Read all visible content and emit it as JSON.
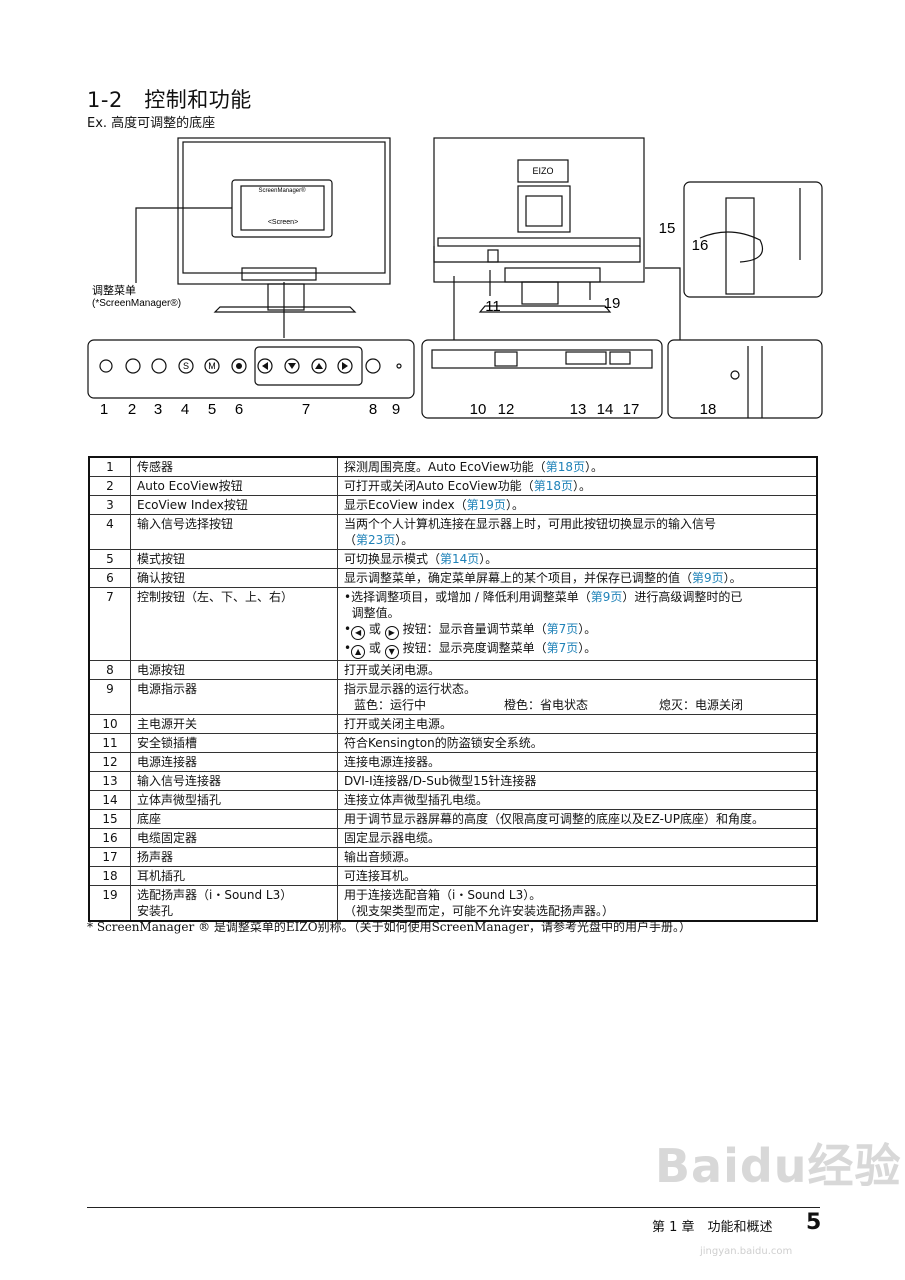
{
  "heading": {
    "title": "1-2　控制和功能",
    "subtitle": "Ex. 高度可调整的底座"
  },
  "diagram": {
    "menu_label_line1": "调整菜单",
    "menu_label_line2": "(*ScreenManager®)",
    "screen_manager_title": "ScreenManager®",
    "screen_caption": "<Screen>",
    "brand": "EIZO",
    "front_numbers": [
      "1",
      "2",
      "3",
      "4",
      "5",
      "6",
      "7",
      "8",
      "9"
    ],
    "back_numbers": {
      "n15": "15",
      "n16": "16",
      "n11": "11",
      "n19": "19",
      "n10": "10",
      "n12": "12",
      "n13": "13",
      "n14": "14",
      "n17": "17",
      "n18": "18"
    }
  },
  "table": {
    "rows": [
      {
        "num": "1",
        "name": "传感器",
        "desc": "探测周围亮度。Auto EcoView功能（",
        "link": "第18页",
        "after": "）。"
      },
      {
        "num": "2",
        "name": "Auto EcoView按钮",
        "desc": "可打开或关闭Auto EcoView功能（",
        "link": "第18页",
        "after": "）。"
      },
      {
        "num": "3",
        "name": "EcoView Index按钮",
        "desc": "显示EcoView index（",
        "link": "第19页",
        "after": "）。"
      },
      {
        "num": "4",
        "name": "输入信号选择按钮",
        "desc": "当两个个人计算机连接在显示器上时，可用此按钮切换显示的输入信号",
        "desc2": "（",
        "link": "第23页",
        "after": "）。"
      },
      {
        "num": "5",
        "name": "模式按钮",
        "desc": "可切换显示模式（",
        "link": "第14页",
        "after": "）。"
      },
      {
        "num": "6",
        "name": "确认按钮",
        "desc": "显示调整菜单，确定菜单屏幕上的某个项目，并保存已调整的值（",
        "link": "第9页",
        "after": "）。"
      },
      {
        "num": "7",
        "name": "控制按钮（左、下、上、右）",
        "desc": "•选择调整项目，或增加 / 降低利用调整菜单（",
        "link": "第9页",
        "after": "）进行高级调整时的已",
        "desc2": "调整值。",
        "sub1": {
          "pre": "•",
          "or": "或",
          "text": "按钮：显示音量调节菜单（",
          "link": "第7页",
          "after": "）。"
        },
        "sub2": {
          "pre": "•",
          "or": "或",
          "text": "按钮：显示亮度调整菜单（",
          "link": "第7页",
          "after": "）。"
        }
      },
      {
        "num": "8",
        "name": "电源按钮",
        "desc": "打开或关闭电源。"
      },
      {
        "num": "9",
        "name": "电源指示器",
        "desc": "指示显示器的运行状态。",
        "s1": "蓝色：运行中",
        "s2": "橙色：省电状态",
        "s3": "熄灭：电源关闭"
      },
      {
        "num": "10",
        "name": "主电源开关",
        "desc": "打开或关闭主电源。"
      },
      {
        "num": "11",
        "name": "安全锁插槽",
        "desc": "符合Kensington的防盗锁安全系统。"
      },
      {
        "num": "12",
        "name": "电源连接器",
        "desc": "连接电源连接器。"
      },
      {
        "num": "13",
        "name": "输入信号连接器",
        "desc": "DVI-I连接器/D-Sub微型15针连接器"
      },
      {
        "num": "14",
        "name": "立体声微型插孔",
        "desc": "连接立体声微型插孔电缆。"
      },
      {
        "num": "15",
        "name": "底座",
        "desc": "用于调节显示器屏幕的高度（仅限高度可调整的底座以及EZ-UP底座）和角度。"
      },
      {
        "num": "16",
        "name": "电缆固定器",
        "desc": "固定显示器电缆。"
      },
      {
        "num": "17",
        "name": "扬声器",
        "desc": "输出音频源。"
      },
      {
        "num": "18",
        "name": "耳机插孔",
        "desc": "可连接耳机。"
      },
      {
        "num": "19",
        "name": "选配扬声器（i・Sound L3）",
        "name2": "安装孔",
        "desc": "用于连接选配音箱（i・Sound L3）。",
        "desc2": "（视支架类型而定，可能不允许安装选配扬声器。）"
      }
    ]
  },
  "footnote": "* ScreenManager ® 是调整菜单的EIZO别称。（关于如何使用ScreenManager，请参考光盘中的用户手册。）",
  "footer": {
    "chapter": "第 1 章　功能和概述",
    "page": "5"
  },
  "watermark": {
    "text": "Baidu经验",
    "url": "jingyan.baidu.com"
  },
  "icons": {
    "left": "left-arrow-icon",
    "down": "down-arrow-icon",
    "up": "up-arrow-icon",
    "right": "right-arrow-icon"
  }
}
